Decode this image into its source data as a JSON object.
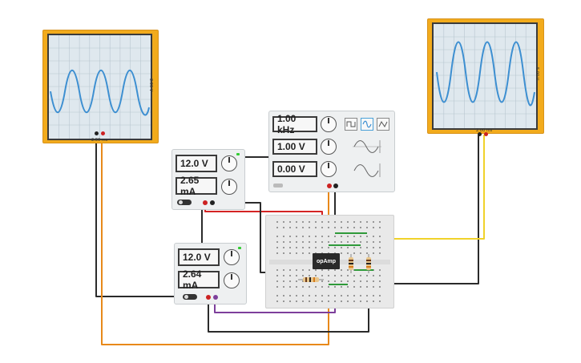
{
  "scope_left": {
    "time_per_div": "2.00 ms",
    "volts_per_div": "2.00 V"
  },
  "scope_right": {
    "time_per_div": "2.00 ms",
    "volts_per_div": "5.00 V"
  },
  "function_generator": {
    "frequency": "1.00 kHz",
    "amplitude": "1.00 V",
    "dc_offset": "0.00 V",
    "waveforms": [
      "square",
      "sine",
      "triangle"
    ],
    "selected_waveform": "sine"
  },
  "power_supply_top": {
    "voltage": "12.0 V",
    "current": "2.65 mA"
  },
  "power_supply_bottom": {
    "voltage": "12.0 V",
    "current": "2.64 mA"
  },
  "breadboard": {
    "chip_label": "opAmp"
  },
  "colors": {
    "scope_body": "#f2ab1c",
    "trace": "#3d8fd1",
    "wire_black": "#2b2b2b",
    "wire_red": "#d42424",
    "wire_orange": "#e8891a",
    "wire_yellow": "#f0d22a",
    "wire_purple": "#7d3f9b",
    "wire_green": "#2f9a3a"
  }
}
